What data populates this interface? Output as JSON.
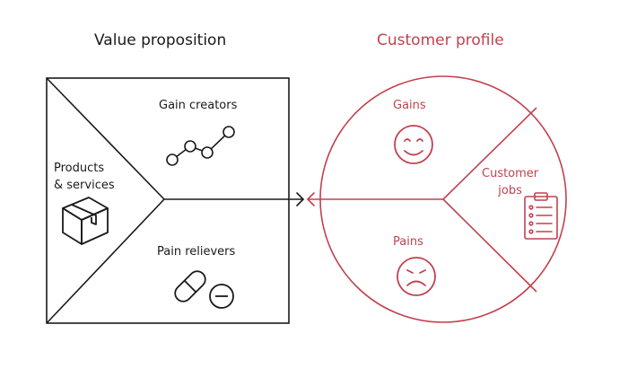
{
  "value_proposition": {
    "title": "Value proposition",
    "segments": {
      "gain_creators": "Gain creators",
      "products_services_line1": "Products",
      "products_services_line2": "& services",
      "pain_relievers": "Pain relievers"
    }
  },
  "customer_profile": {
    "title": "Customer profile",
    "segments": {
      "gains": "Gains",
      "customer_jobs_line1": "Customer",
      "customer_jobs_line2": "jobs",
      "pains": "Pains"
    }
  },
  "colors": {
    "value_side": "#1a1a1a",
    "customer_side": "#c2414e",
    "background": "#ffffff"
  },
  "icons": {
    "products_services": "box-icon",
    "gain_creators": "trend-line-icon",
    "pain_relievers": "pill-icon",
    "gains": "smile-icon",
    "pains": "frown-icon",
    "customer_jobs": "clipboard-icon"
  }
}
